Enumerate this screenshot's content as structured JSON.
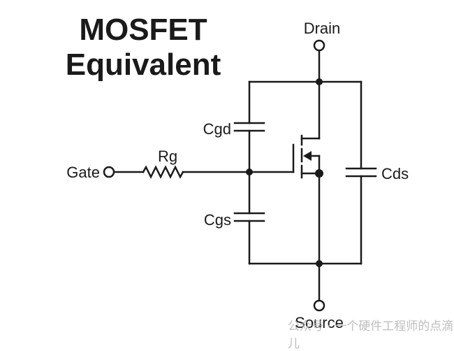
{
  "diagram": {
    "title_line1": "MOSFET",
    "title_line2": "Equivalent",
    "labels": {
      "drain": "Drain",
      "source": "Source",
      "gate": "Gate",
      "rg": "Rg",
      "cgd": "Cgd",
      "cgs": "Cgs",
      "cds": "Cds"
    },
    "colors": {
      "wire": "#1a1a1a",
      "background": "#ffffff"
    }
  },
  "watermark": "公众号 · 一个硬件工程师的点滴儿"
}
